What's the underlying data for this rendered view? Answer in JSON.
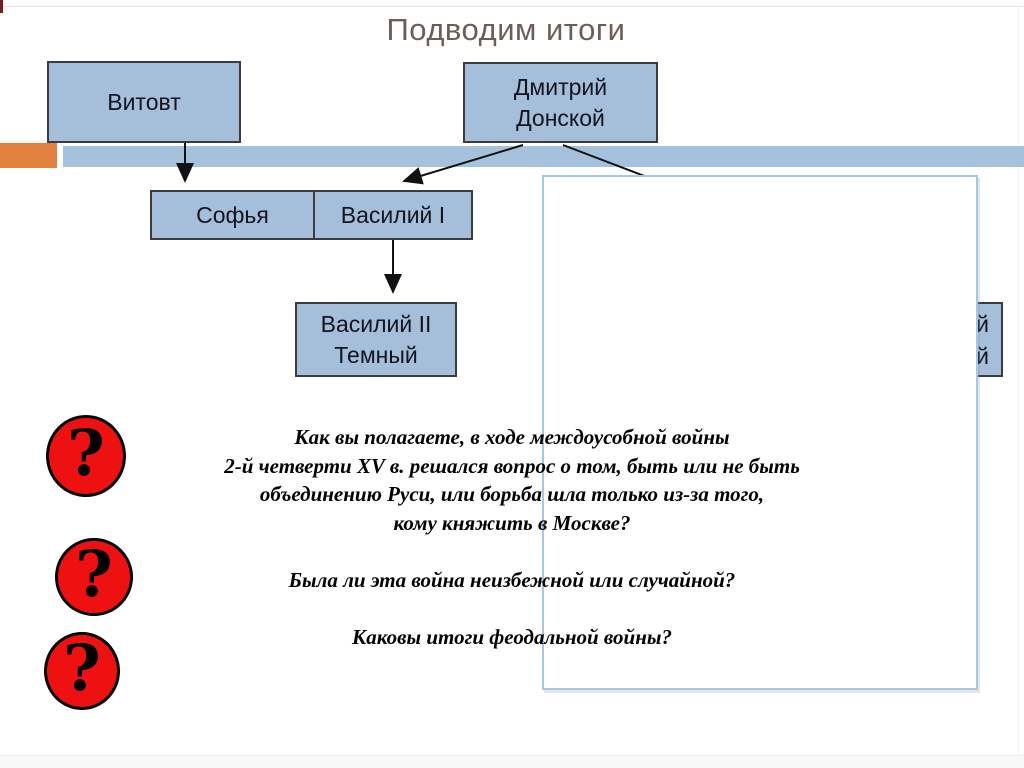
{
  "slide": {
    "title": "Подводим итоги"
  },
  "diagram": {
    "boxes": {
      "vitovt": "Витовт",
      "dmitry_line1": "Дмитрий",
      "dmitry_line2": "Донской",
      "sofia": "Софья",
      "vasily1": "Василий I",
      "vasily2_line1": "Василий II",
      "vasily2_line2": "Темный",
      "partial_line1": "й",
      "partial_line2": "й"
    }
  },
  "questions": {
    "bullet_glyph": "?",
    "lines": [
      "Как вы полагаете, в ходе междоусобной войны",
      "2-й четверти XV в. решался вопрос о том, быть или не быть",
      "объединению Руси, или борьба шла только из-за того,",
      "кому княжить в Москве?",
      "",
      "Была ли эта война неизбежной или случайной?",
      "",
      "Каковы итоги феодальной войны?"
    ]
  },
  "colors": {
    "box_fill": "#a5bed9",
    "box_border": "#3b3b43",
    "bar_blue": "#a6c1dc",
    "bar_orange": "#e0813f",
    "title": "#6b5e58",
    "circle_red": "#ee1111",
    "white_box_border": "#a9c6e2"
  }
}
